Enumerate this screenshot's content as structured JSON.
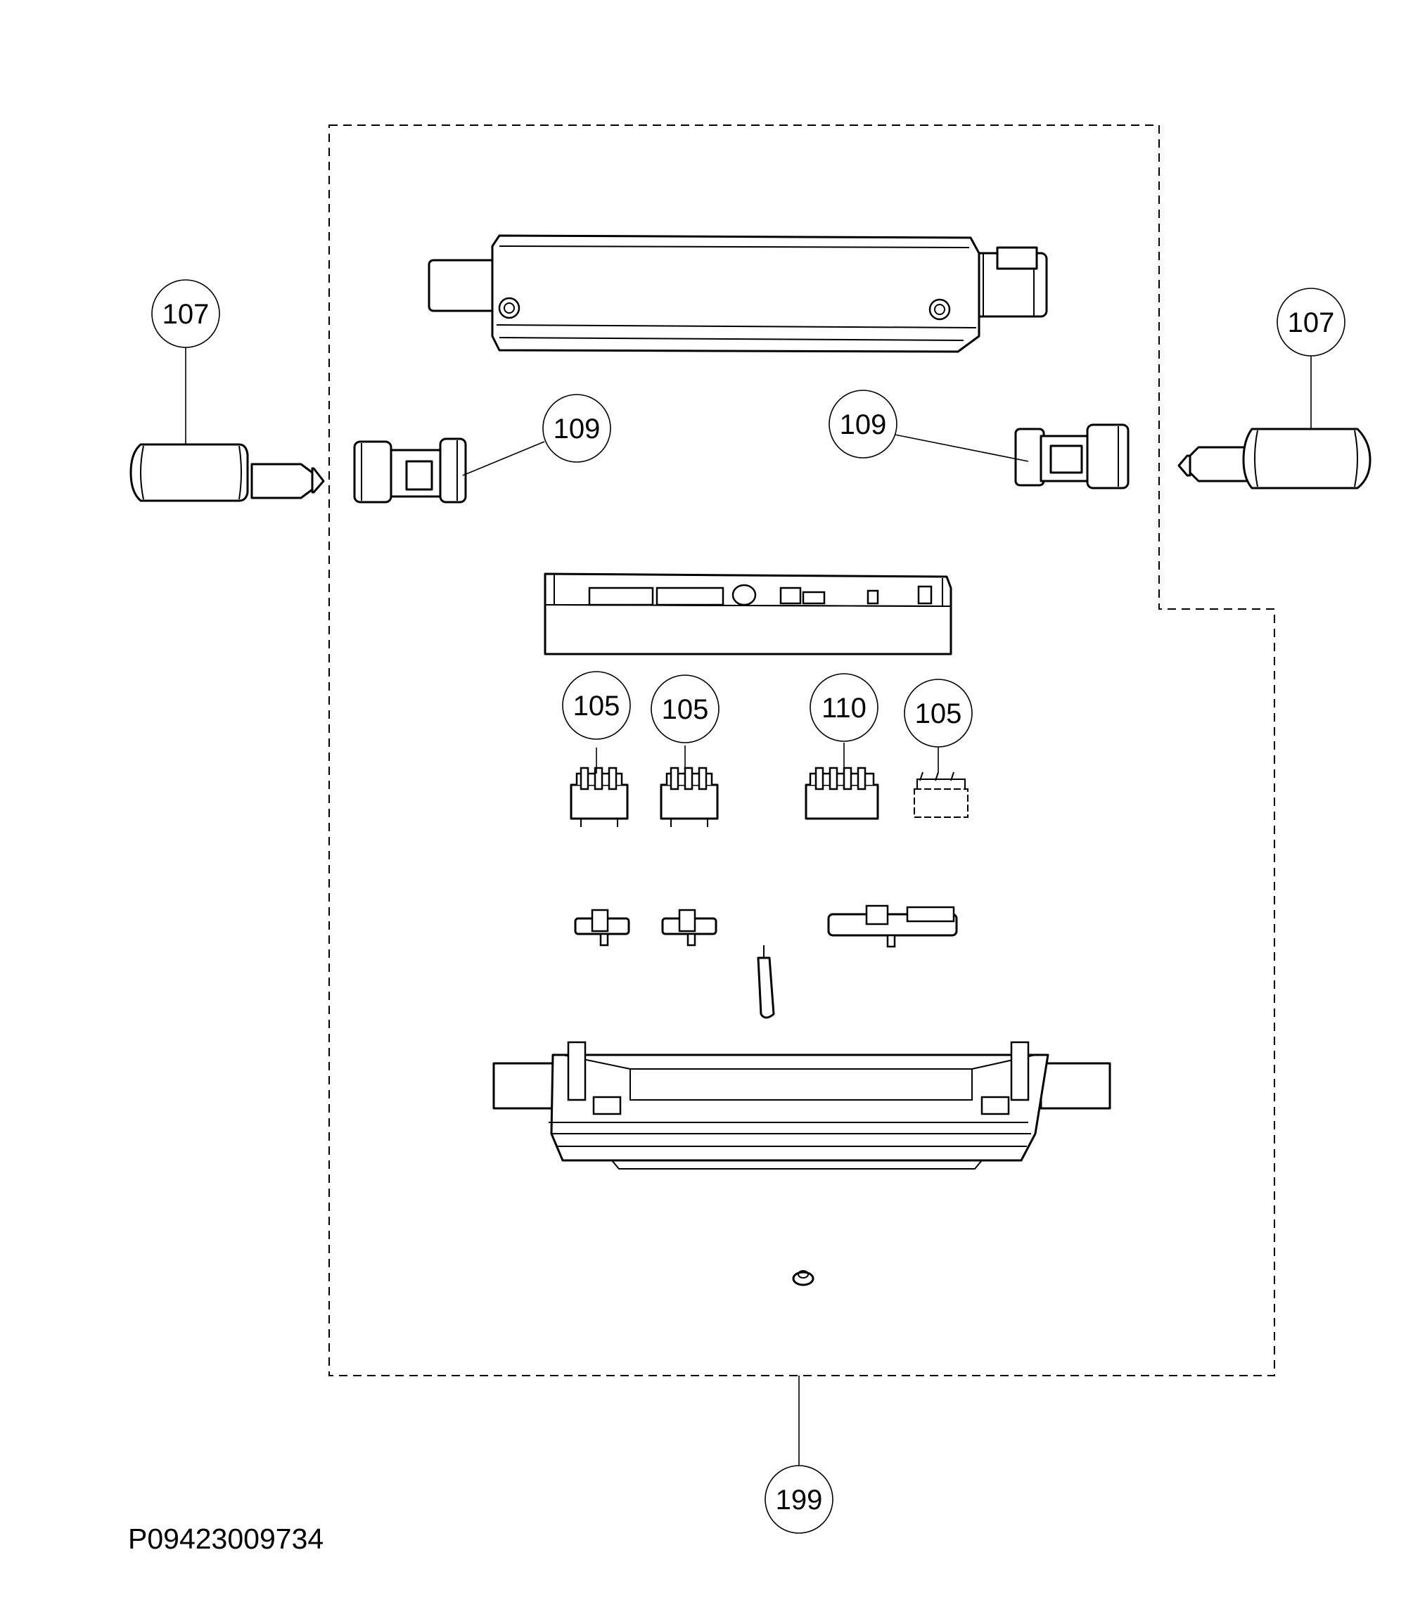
{
  "callouts": {
    "c107_left": "107",
    "c107_right": "107",
    "c109_left": "109",
    "c109_right": "109",
    "c105_a": "105",
    "c105_b": "105",
    "c110": "110",
    "c105_c": "105",
    "c199": "199"
  },
  "reference_code": "P09423009734",
  "colors": {
    "line": "#000000",
    "background": "#ffffff"
  }
}
